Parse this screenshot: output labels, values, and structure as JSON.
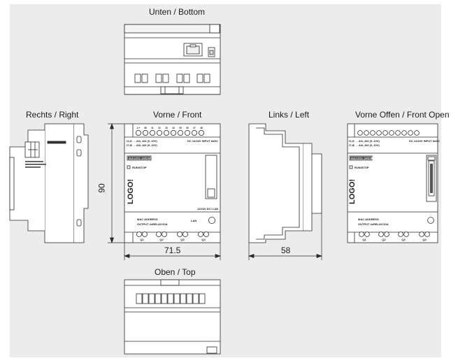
{
  "views": {
    "bottom": "Unten / Bottom",
    "right": "Rechts / Right",
    "front": "Vorne / Front",
    "left": "Links / Left",
    "front_open": "Vorne Offen / Front Open",
    "top": "Oben / Top"
  },
  "dimensions": {
    "height": "90",
    "front_width": "71.5",
    "depth": "58"
  },
  "device": {
    "logo": "LOGO!",
    "terminal_labels": [
      "L+",
      "M",
      "I1",
      "I2",
      "I3",
      "I4",
      "I5",
      "I6",
      "I7",
      "I8"
    ],
    "output_labels": [
      "Q1",
      "Q2",
      "Q3",
      "Q4"
    ],
    "input_spec_1": "I1,I2 → AI1, AI4 (0..10V)",
    "input_spec_2": "I7,I8 → AI2, AI3 (0..10V)",
    "supply_spec": "DC 12/24V INPUT 8xDC",
    "model_code": "6ED1052-1MD08",
    "mode_label": "RUN/STOP",
    "ethernet": "LAN",
    "output_type": "MAC ADDRESS",
    "output_spec": "OUTPUT 4xRELAY/10A",
    "panel_right": "12/24V DC/ LAN"
  },
  "colors": {
    "line": "#2a2a2a",
    "background": "#ececed",
    "panel": "#ffffff"
  }
}
